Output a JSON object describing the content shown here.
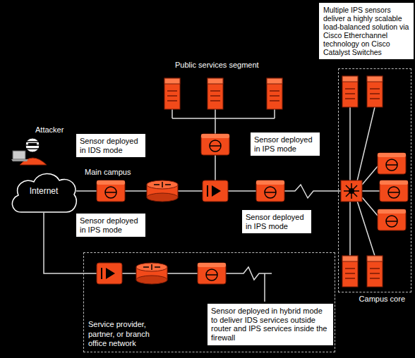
{
  "diagram": {
    "nodes": [
      {
        "text": [
          "Multiple IPS sensors deliver a highly scalable load-balanced solution via Cisco Etherchannel technology on Cisco Catalyst Switches"
        ]
      },
      {
        "text": [
          "Sensor deployed in IDS mode"
        ]
      },
      {
        "text": [
          "Sensor deployed in IPS mode"
        ]
      },
      {
        "text": [
          "Internet"
        ]
      },
      {
        "text": [
          "Sensor deployed in IPS mode"
        ]
      },
      {
        "text": [
          "Sensor deployed in IPS mode"
        ]
      },
      {
        "text": [
          "Campus core"
        ]
      },
      {
        "text": [
          "Service provider, partner, or branch office network"
        ]
      },
      {
        "text": [
          "Sensor deployed in hybrid mode to deliver IDS services outside router and IPS services inside the firewall"
        ],
        "in": 7
      }
    ],
    "edges": [
      {
        "from": 3,
        "to": 7,
        "arrow": "none"
      }
    ],
    "labels": [
      "Public services segment",
      "Attacker",
      "Main campus"
    ]
  }
}
